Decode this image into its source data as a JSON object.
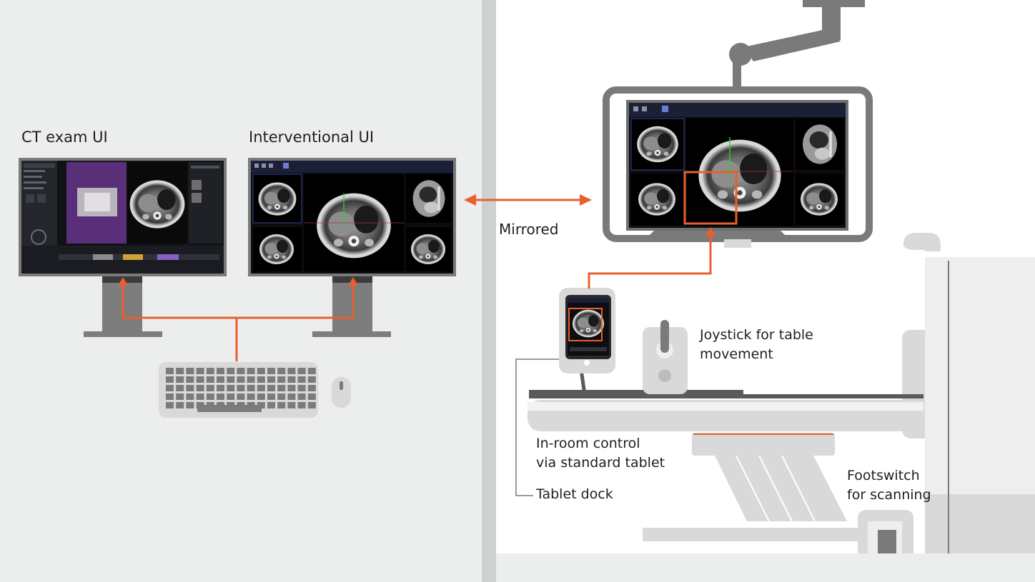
{
  "labels": {
    "ct_exam_ui": "CT exam UI",
    "interventional_ui": "Interventional UI",
    "mirrored": "Mirrored",
    "joystick_line1": "Joystick for table",
    "joystick_line2": "movement",
    "inroom_line1": "In-room control",
    "inroom_line2": "via standard tablet",
    "tablet_dock": "Tablet dock",
    "footswitch_line1": "Footswitch",
    "footswitch_line2": "for scanning"
  },
  "colors": {
    "control_room_bg": "#eceded",
    "scan_room_bg": "#ffffff",
    "divider": "#cfd0d0",
    "device_gray": "#7a7a7a",
    "light_gray": "#d9d9d9",
    "accent_orange": "#e8602c",
    "screen_dark": "#101018",
    "screen_purple": "#5a2f7a"
  }
}
